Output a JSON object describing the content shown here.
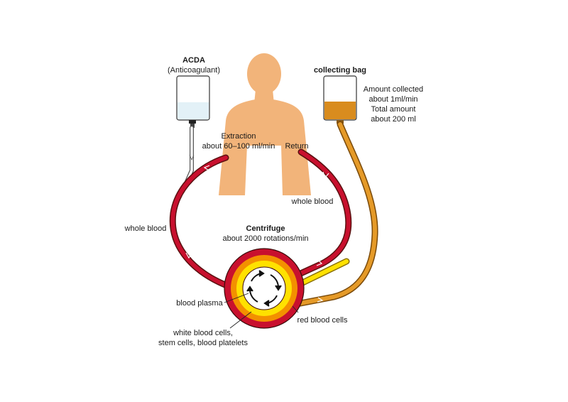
{
  "acda": {
    "title": "ACDA",
    "subtitle": "(Anticoagulant)"
  },
  "collecting_bag": {
    "title": "collecting bag",
    "note_lines": [
      "Amount collected",
      "about 1ml/min",
      "Total amount",
      "about 200 ml"
    ]
  },
  "extraction": {
    "line1": "Extraction",
    "line2": "about 60–100 ml/min"
  },
  "return_label": "Return",
  "whole_blood_left": "whole blood",
  "whole_blood_right": "whole blood",
  "centrifuge": {
    "title": "Centrifuge",
    "subtitle": "about 2000 rotations/min"
  },
  "blood_plasma": "blood plasma",
  "red_blood_cells": "red blood cells",
  "white_cells": {
    "line1": "white blood cells,",
    "line2": "stem cells, blood platelets"
  },
  "colors": {
    "background": "#ffffff",
    "body": "#f2b47a",
    "tube_red": "#c8102e",
    "tube_edge": "#5a1010",
    "plasma_yellow": "#ffe100",
    "orange": "#f39000",
    "bag_fill": "#d98c1e",
    "anticoagulant_fill": "#e3f1f7"
  }
}
